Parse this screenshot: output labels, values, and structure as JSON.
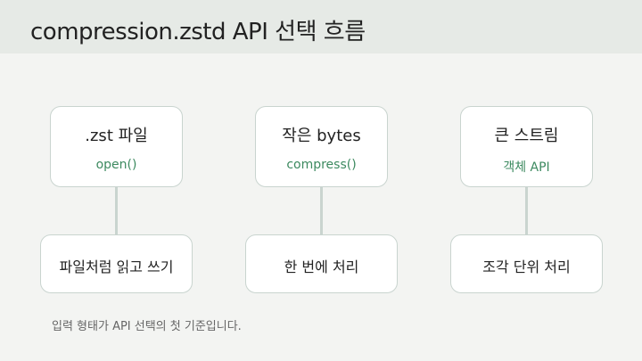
{
  "title": "compression.zstd API 선택 흐름",
  "columns": [
    {
      "input_title": ".zst 파일",
      "input_api": "open()",
      "result": "파일처럼 읽고 쓰기"
    },
    {
      "input_title": "작은 bytes",
      "input_api": "compress()",
      "result": "한 번에 처리"
    },
    {
      "input_title": "큰 스트림",
      "input_api": "객체 API",
      "result": "조각 단위 처리"
    }
  ],
  "footnote": "입력 형태가 API 선택의 첫 기준입니다.",
  "colors": {
    "api_text": "#3d8a60",
    "box_border": "#c9d4cf",
    "header_band": "#e6eae6"
  }
}
